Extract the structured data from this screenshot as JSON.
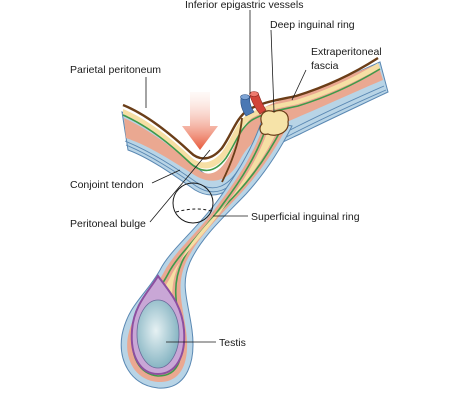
{
  "figure": {
    "labels": {
      "inferior_epigastric_vessels": "Inferior epigastric vessels",
      "deep_inguinal_ring": "Deep inguinal ring",
      "extraperitoneal_fascia_line1": "Extraperitoneal",
      "extraperitoneal_fascia_line2": "fascia",
      "parietal_peritoneum": "Parietal peritoneum",
      "conjoint_tendon": "Conjoint tendon",
      "peritoneal_bulge": "Peritoneal bulge",
      "superficial_inguinal_ring": "Superficial inguinal ring",
      "testis": "Testis"
    },
    "colors": {
      "outer_fascia": "#9fc3dc",
      "fascia_line": "#5a88b3",
      "muscle": "#e9a58f",
      "fat": "#f5dba0",
      "peritoneum": "#7a4a20",
      "green_layer": "#3f9a4a",
      "testis": "#a9cbd6",
      "tunica": "#8d4fa0",
      "arrow": "#e8593a",
      "artery": "#d2453a",
      "vein": "#4a78b4"
    }
  }
}
